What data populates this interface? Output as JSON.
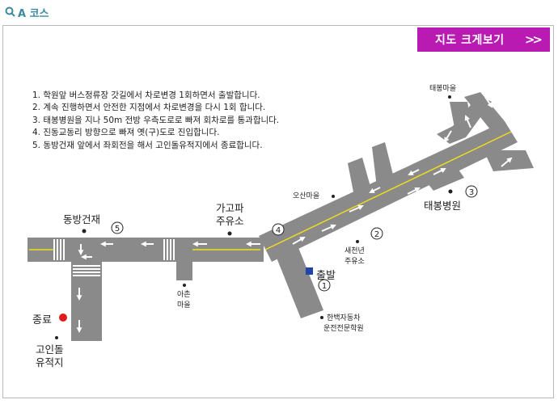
{
  "header": {
    "title": "A 코스",
    "icon": "search-icon"
  },
  "map_button": {
    "label": "지도 크게보기",
    "chevrons": ">>",
    "color": "#b81ab2"
  },
  "directions": [
    "1. 학원앞 버스정류장 갓길에서 차로변경 1회하면서 출발합니다.",
    "2. 계속 진행하면서 안전한 지점에서 차로변경을 다시 1회 합니다.",
    "3. 태봉병원을 지나 50m 전방 우측도로로 빠져 회차로를 통과합니다.",
    "4. 진동교동리 방향으로 빠져 옛(구)도로 진입합니다.",
    "5. 동방건재 앞에서 좌회전을 해서 고인돌유적지에서 종료합니다."
  ],
  "map": {
    "road_color": "#8a8a8a",
    "center_line_color": "#f2de1a",
    "start_marker_color": "#1f45a8",
    "end_marker_color": "#e01b1b",
    "labels": {
      "taebong_village": "태봉마을",
      "osan_village": "오산마을",
      "taebong_hospital": "태봉병원",
      "gagopa_line1": "가고파",
      "gagopa_line2": "주유소",
      "dongbang_geonjae": "동방건재",
      "saecheonnyeon_line1": "새천년",
      "saecheonnyeon_line2": "주유소",
      "start": "출발",
      "ahchon_line1": "아촌",
      "ahchon_line2": "마을",
      "hanbaek_line1": "한백자동차",
      "hanbaek_line2": "운전전문학원",
      "end": "종료",
      "goindol_line1": "고인돌",
      "goindol_line2": "유적지"
    },
    "step_numbers": [
      "1",
      "2",
      "3",
      "4",
      "5"
    ]
  }
}
